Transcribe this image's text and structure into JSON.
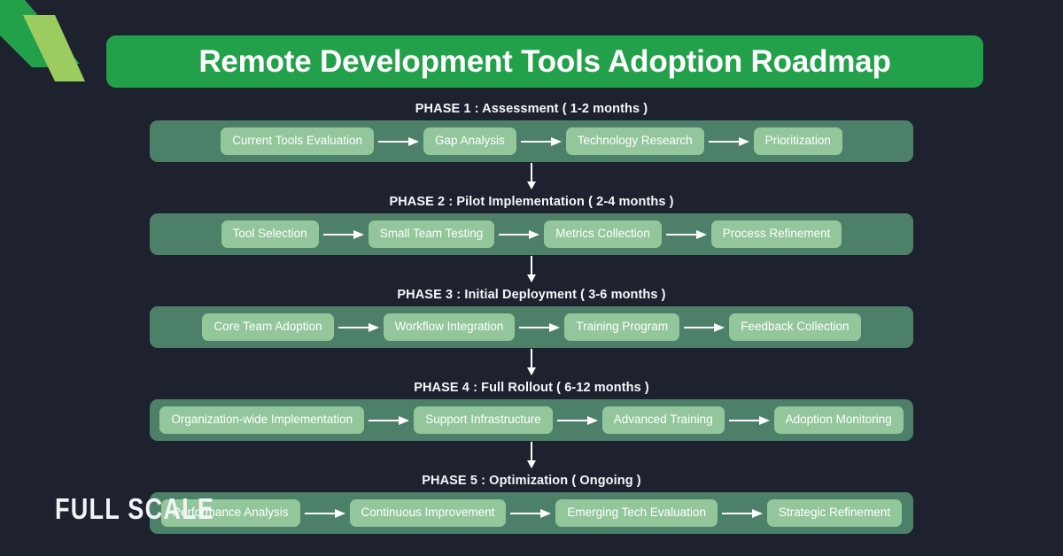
{
  "background_color": "#1e222e",
  "theme": {
    "title_bar_color": "#22a14a",
    "band_color": "#4d8068",
    "step_color": "#93c79b",
    "text_color": "#ffffff",
    "decor_dark_green": "#22a14a",
    "decor_light_green": "#9ccc5f"
  },
  "header": {
    "title": "Remote Development Tools Adoption Roadmap"
  },
  "phases": [
    {
      "heading": "PHASE 1 : Assessment ( 1-2 months )",
      "steps": [
        "Current Tools Evaluation",
        "Gap Analysis",
        "Technology Research",
        "Prioritization"
      ]
    },
    {
      "heading": "PHASE 2 : Pilot Implementation ( 2-4 months )",
      "steps": [
        "Tool Selection",
        "Small Team Testing",
        "Metrics Collection",
        "Process Refinement"
      ]
    },
    {
      "heading": "PHASE 3 : Initial Deployment ( 3-6 months )",
      "steps": [
        "Core Team Adoption",
        "Workflow Integration",
        "Training Program",
        "Feedback Collection"
      ]
    },
    {
      "heading": "PHASE 4 : Full Rollout ( 6-12 months )",
      "steps": [
        "Organization-wide Implementation",
        "Support Infrastructure",
        "Advanced Training",
        "Adoption Monitoring"
      ]
    },
    {
      "heading": "PHASE 5 : Optimization ( Ongoing )",
      "steps": [
        "Performance Analysis",
        "Continuous Improvement",
        "Emerging Tech Evaluation",
        "Strategic Refinement"
      ]
    }
  ],
  "footer": {
    "brand": "FULL SCALE"
  }
}
